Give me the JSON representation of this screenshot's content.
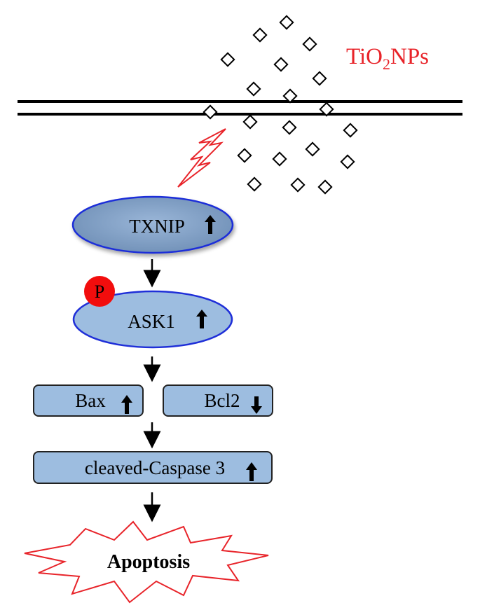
{
  "particles_label": {
    "main": "TiO",
    "subscript": "2",
    "suffix": "NPs"
  },
  "phospho_label": "P",
  "nodes": {
    "txnip": {
      "label": "TXNIP",
      "direction": "up"
    },
    "ask1": {
      "label": "ASK1",
      "direction": "up"
    },
    "bax": {
      "label": "Bax",
      "direction": "up"
    },
    "bcl2": {
      "label": "Bcl2",
      "direction": "down"
    },
    "caspase": {
      "label": "cleaved-Caspase 3",
      "direction": "up"
    }
  },
  "outcome": {
    "label": "Apoptosis"
  },
  "colors": {
    "particles_text": "#e8242a",
    "lightning": "#e8242a",
    "node_fill": "#9dbde0",
    "txnip_fill": "#7f9fc4",
    "node_border": "#1f2fd8",
    "box_border": "#222222",
    "phospho_fill": "#f20d0d",
    "starburst_stroke": "#e8242a"
  }
}
